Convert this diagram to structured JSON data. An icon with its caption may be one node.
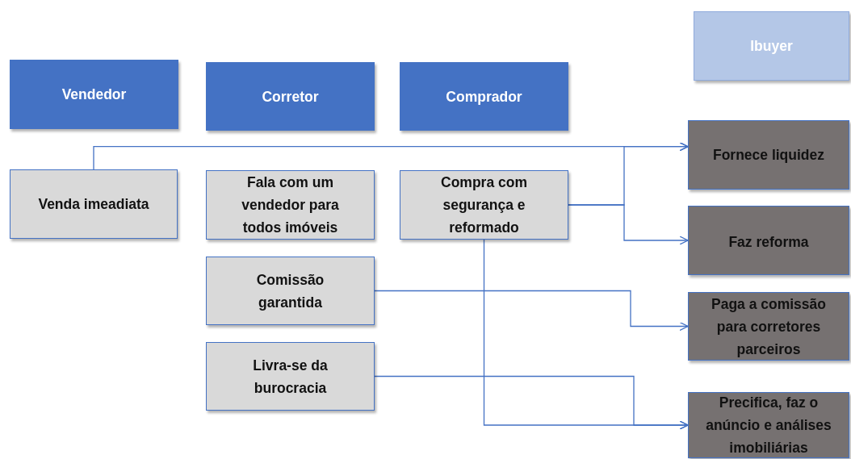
{
  "diagram": {
    "nodes": [
      {
        "text": [
          "Vendedor"
        ]
      },
      {
        "text": [
          "Corretor"
        ]
      },
      {
        "text": [
          "Comprador"
        ]
      },
      {
        "text": [
          "Ibuyer"
        ]
      },
      {
        "text": [
          "Venda imeadiata"
        ]
      },
      {
        "text": [
          "Fala com um vendedor para todos imóveis"
        ]
      },
      {
        "text": [
          "Compra com segurança e reformado"
        ]
      },
      {
        "text": [
          "Comissão garantida"
        ]
      },
      {
        "text": [
          "Livra-se da burocracia"
        ]
      },
      {
        "text": [
          "Fornece liquidez"
        ]
      },
      {
        "text": [
          "Faz reforma"
        ]
      },
      {
        "text": [
          "Paga a comissão para corretores parceiros"
        ]
      },
      {
        "text": [
          "Precifica, faz o anúncio e análises imobiliárias"
        ]
      }
    ],
    "edges": [
      {
        "from": 4,
        "to": 9,
        "arrow": "to"
      },
      {
        "from": 6,
        "to": 9,
        "arrow": "to"
      },
      {
        "from": 6,
        "to": 10,
        "arrow": "to"
      },
      {
        "from": 7,
        "to": 11,
        "arrow": "to"
      },
      {
        "from": 8,
        "to": 12,
        "arrow": "to"
      },
      {
        "from": 6,
        "to": 12,
        "arrow": "to"
      }
    ]
  }
}
